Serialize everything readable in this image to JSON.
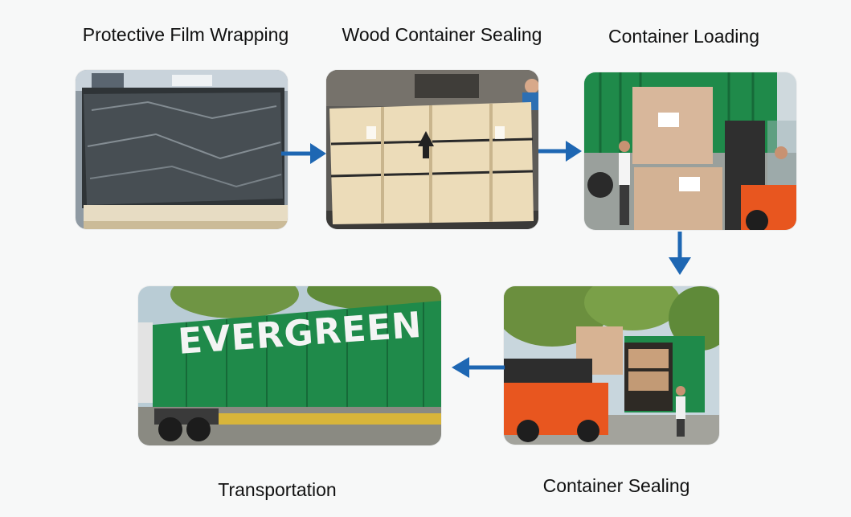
{
  "steps": [
    {
      "id": "step-1",
      "label": "Protective Film Wrapping"
    },
    {
      "id": "step-2",
      "label": "Wood Container Sealing"
    },
    {
      "id": "step-3",
      "label": "Container Loading"
    },
    {
      "id": "step-4",
      "label": "Container Sealing"
    },
    {
      "id": "step-5",
      "label": "Transportation"
    }
  ],
  "container_brand": "EVERGREEN",
  "colors": {
    "arrow": "#1e67b3",
    "container_green": "#1f8a4a",
    "forklift_orange": "#e8561f",
    "wood": "#e9d9b7"
  }
}
